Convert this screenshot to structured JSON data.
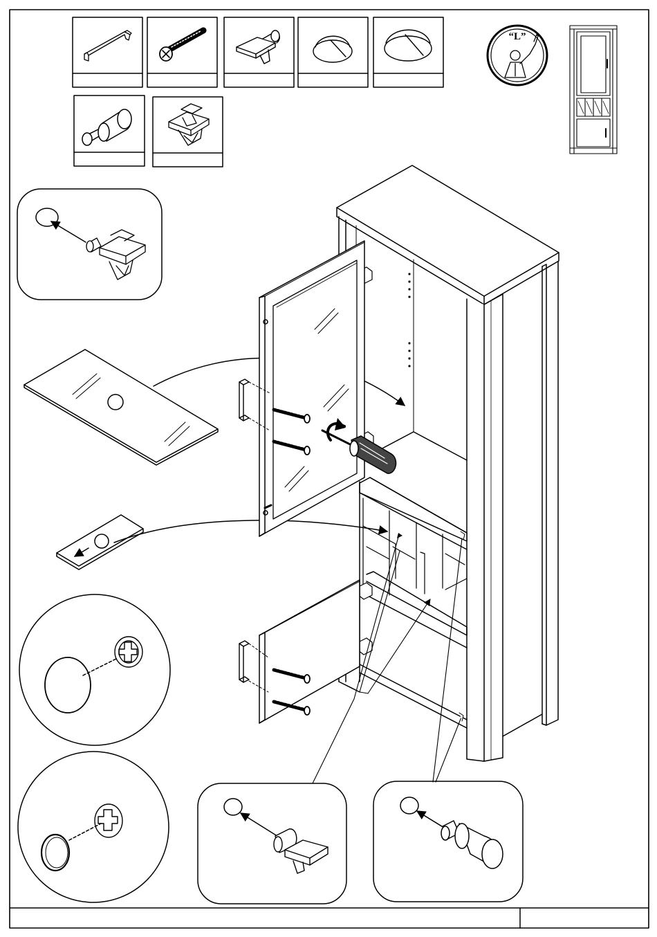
{
  "badge": {
    "text": "“L”"
  },
  "parts": [
    {
      "id": "handle",
      "label": ""
    },
    {
      "id": "screw",
      "label": ""
    },
    {
      "id": "shelf-support-bracket",
      "label": ""
    },
    {
      "id": "bumper-small",
      "label": ""
    },
    {
      "id": "bumper-large",
      "label": ""
    },
    {
      "id": "shelf-pin",
      "label": ""
    },
    {
      "id": "glass-shelf-clip",
      "label": ""
    }
  ],
  "footer": {
    "left": "",
    "right": ""
  }
}
